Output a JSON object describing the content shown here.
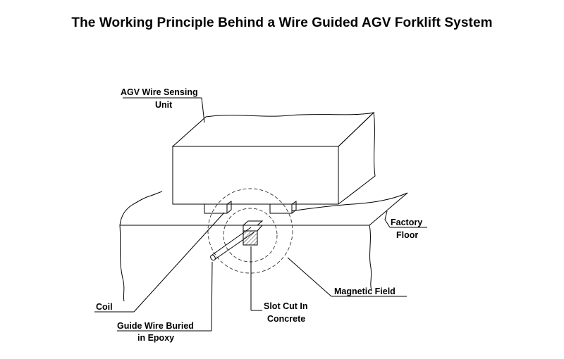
{
  "title": "The Working Principle Behind a Wire Guided AGV Forklift System",
  "labels": {
    "sensing_unit_line1": "AGV Wire Sensing",
    "sensing_unit_line2": "Unit",
    "factory_floor_line1": "Factory",
    "factory_floor_line2": "Floor",
    "magnetic_field": "Magnetic Field",
    "coil": "Coil",
    "slot_line1": "Slot Cut In",
    "slot_line2": "Concrete",
    "guide_wire_line1": "Guide Wire Buried",
    "guide_wire_line2": "in Epoxy"
  }
}
